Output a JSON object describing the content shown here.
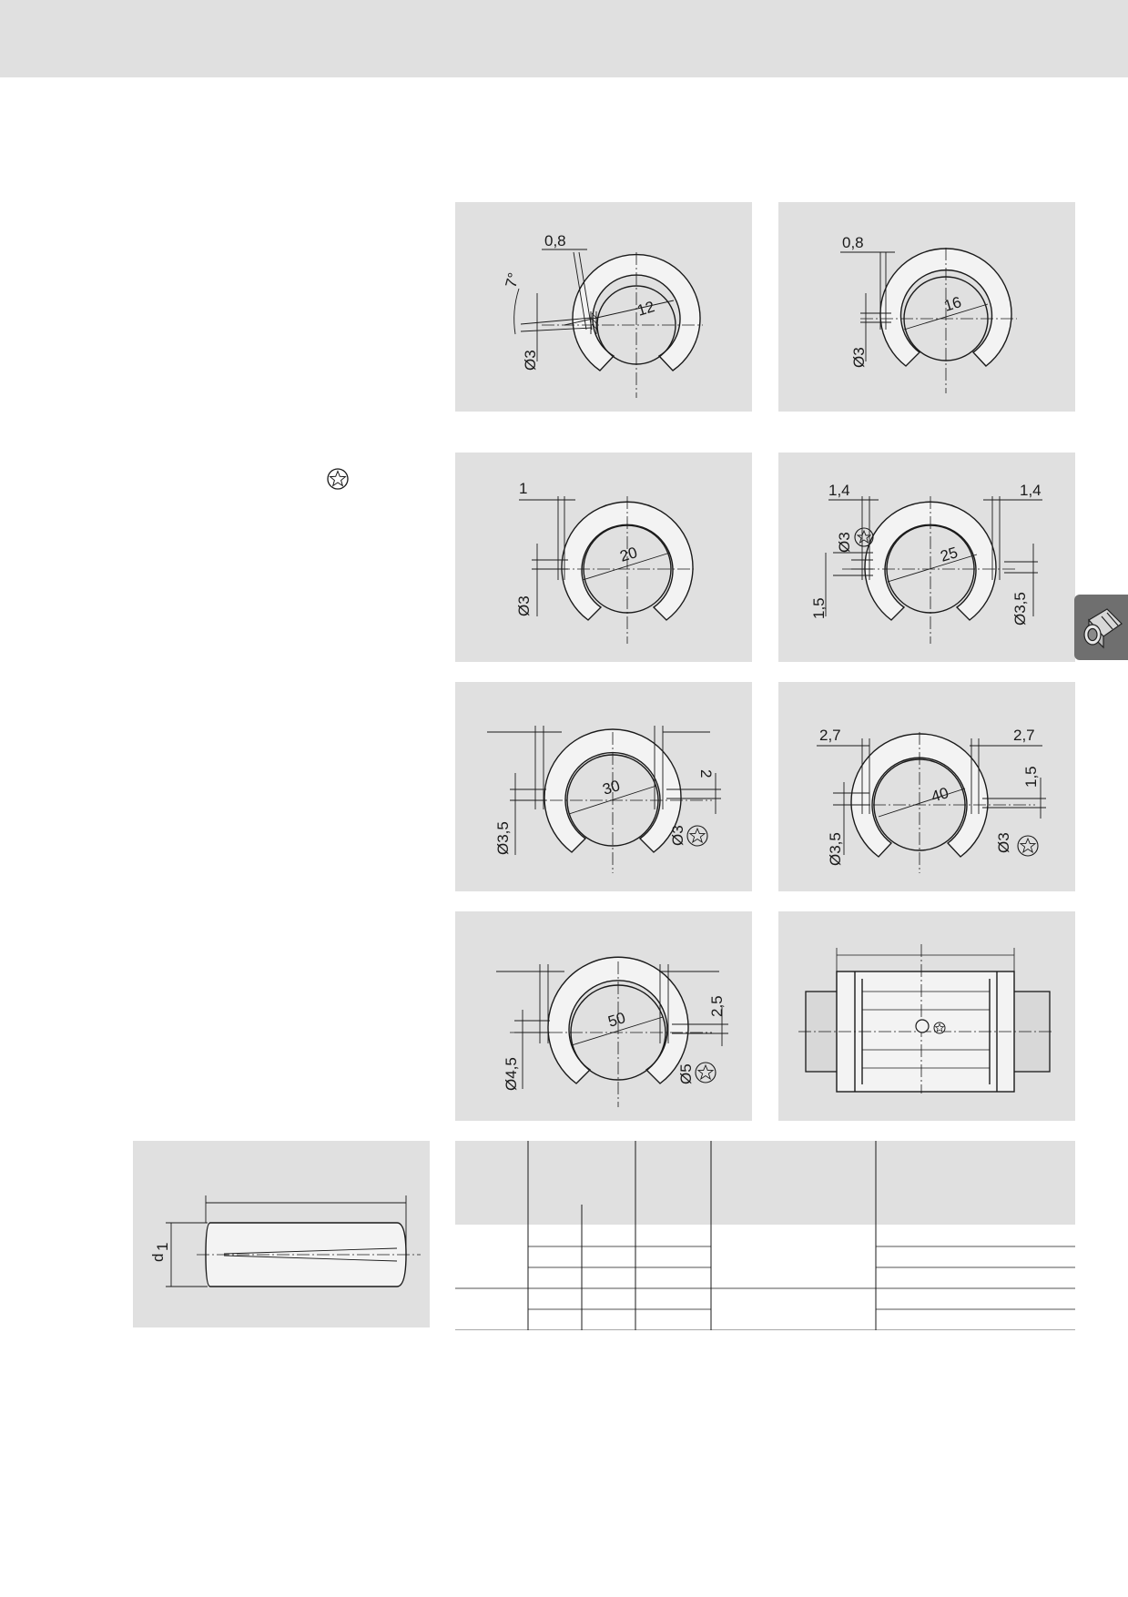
{
  "figures": {
    "d12": {
      "bore": "12",
      "slot_width": "0,8",
      "angle": "7°",
      "hole": "Ø3"
    },
    "d16": {
      "bore": "16",
      "slot_width": "0,8",
      "hole": "Ø3"
    },
    "d20": {
      "bore": "20",
      "slot_width": "1",
      "hole": "Ø3"
    },
    "d25": {
      "bore": "25",
      "slot_left": "1,4",
      "slot_right": "1,4",
      "hole_left": "Ø3",
      "offset": "1,5",
      "hole_right": "Ø3,5"
    },
    "d30": {
      "bore": "30",
      "hole_left": "Ø3,5",
      "offset": "2",
      "hole_right": "Ø3"
    },
    "d40": {
      "bore": "40",
      "slot_left": "2,7",
      "slot_right": "2,7",
      "hole_left": "Ø3,5",
      "offset": "1,5",
      "hole_right": "Ø3"
    },
    "d50": {
      "bore": "50",
      "hole_left": "Ø4,5",
      "offset": "2,5",
      "hole_right": "Ø5"
    }
  },
  "pin": {
    "diameter_label": "d",
    "diameter_sub": "1"
  },
  "icons": {
    "star": "star-icon",
    "tab": "linear-bushing-icon"
  },
  "colors": {
    "panel": "#e0e0e0",
    "tab": "#6f6f6f",
    "line": "#1a1a1a"
  }
}
